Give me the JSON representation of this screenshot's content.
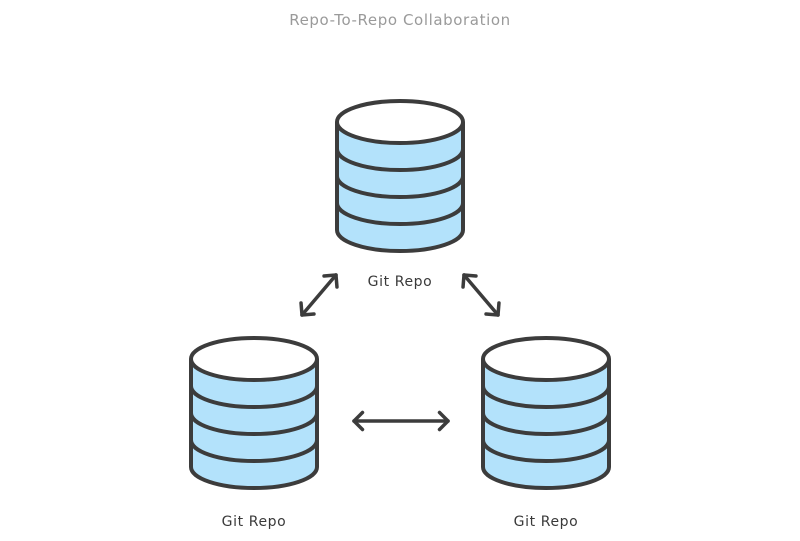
{
  "title": "Repo-To-Repo Collaboration",
  "colors": {
    "stroke": "#3c3c3c",
    "body_fill": "#b3e2fb",
    "top_fill": "#ffffff",
    "title": "#9a9a9a",
    "label": "#3a3a3a"
  },
  "repos": [
    {
      "label": "Git Repo",
      "icon": "database-icon"
    },
    {
      "label": "Git Repo",
      "icon": "database-icon"
    },
    {
      "label": "Git Repo",
      "icon": "database-icon"
    }
  ],
  "connections": [
    {
      "from": "Git Repo (top)",
      "to": "Git Repo (bottom-left)",
      "icon": "bidirectional-arrow-icon"
    },
    {
      "from": "Git Repo (top)",
      "to": "Git Repo (bottom-right)",
      "icon": "bidirectional-arrow-icon"
    },
    {
      "from": "Git Repo (bottom-left)",
      "to": "Git Repo (bottom-right)",
      "icon": "bidirectional-arrow-icon"
    }
  ]
}
